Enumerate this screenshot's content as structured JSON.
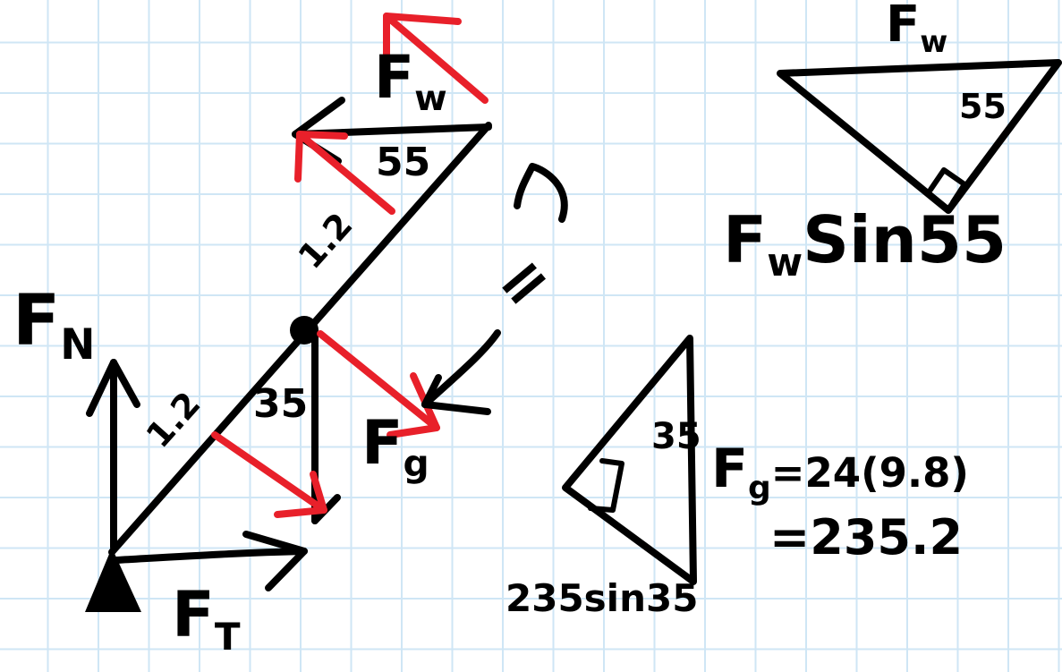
{
  "labels": {
    "fn_main": "F",
    "fn_sub": "N",
    "ft_main": "F",
    "ft_sub": "T",
    "fw_top_main": "F",
    "fw_top_sub": "w",
    "fg_main": "F",
    "fg_sub": "g",
    "len_upper": "1.2",
    "len_lower": "1.2",
    "angle_top": "55",
    "angle_mid": "35",
    "equals_sign": "="
  },
  "triangle_fw": {
    "hyp_main": "F",
    "hyp_sub": "w",
    "angle": "55",
    "component_main": "F",
    "component_sub": "w",
    "component_rest": "Sin55"
  },
  "triangle_fg": {
    "angle": "35",
    "component": "235sin35",
    "eq1_main": "F",
    "eq1_sub": "g",
    "eq1_rest": "=24(9.8)",
    "eq2": "=235.2"
  },
  "colors": {
    "ink": "#000000",
    "red": "#e8202a",
    "grid": "#cfe6f5"
  }
}
